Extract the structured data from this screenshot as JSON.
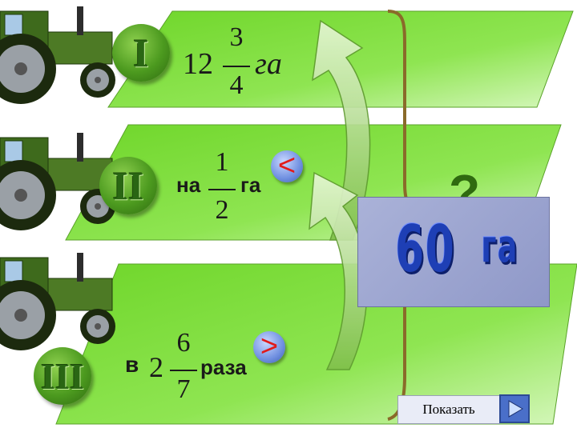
{
  "rows": [
    {
      "numeral": "I",
      "whole": "12",
      "num": "3",
      "den": "4",
      "unit": "га"
    },
    {
      "numeral": "II",
      "prefix": "на",
      "num": "1",
      "den": "2",
      "unit": "га",
      "sign": "<"
    },
    {
      "numeral": "III",
      "prefix": "в",
      "whole": "2",
      "num": "6",
      "den": "7",
      "unit": "раза",
      "sign": ">"
    }
  ],
  "question_mark": "?",
  "answer": {
    "value": "60",
    "unit": "га"
  },
  "show_button": {
    "label": "Показать"
  },
  "colors": {
    "field": "#7ede3c",
    "brace": "#8a6a2a",
    "answer_text": "#1e3fb5",
    "sign": "#e11b1b"
  }
}
